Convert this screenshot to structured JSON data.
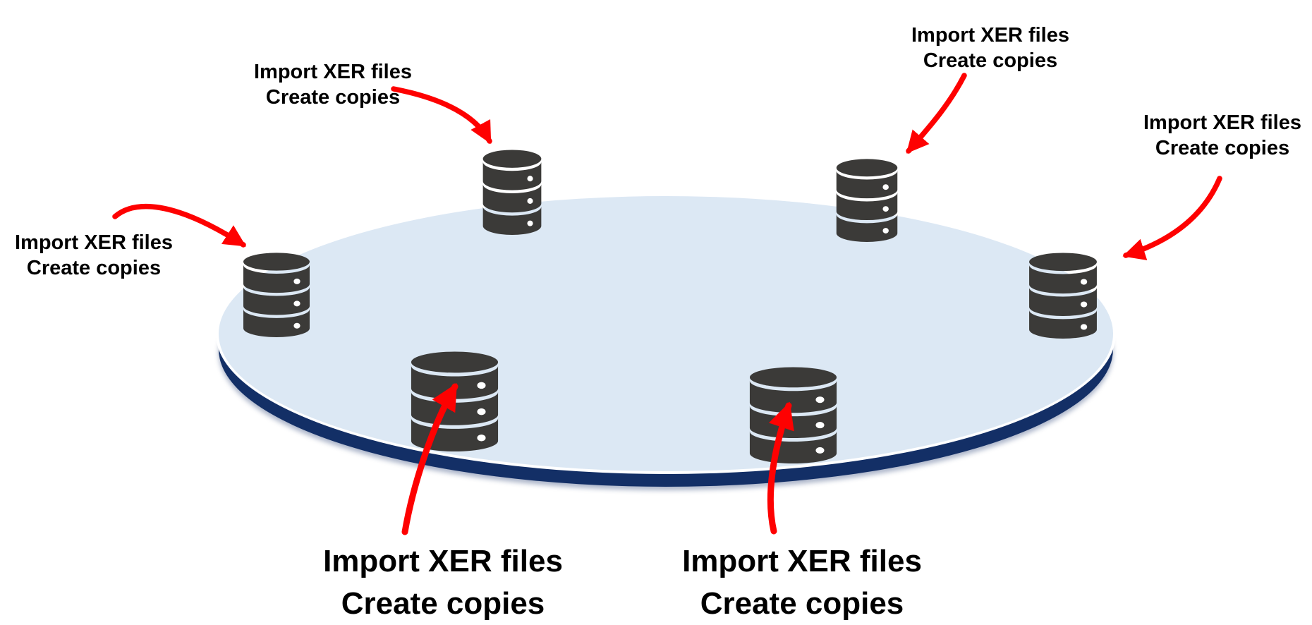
{
  "labels": [
    {
      "id": "top-left",
      "line1": "Import XER files",
      "line2": "Create copies"
    },
    {
      "id": "top-right",
      "line1": "Import XER files",
      "line2": "Create copies"
    },
    {
      "id": "far-right",
      "line1": "Import XER files",
      "line2": "Create copies"
    },
    {
      "id": "left",
      "line1": "Import XER files",
      "line2": "Create copies"
    },
    {
      "id": "bottom-left",
      "line1": "Import XER files",
      "line2": "Create copies"
    },
    {
      "id": "bottom-right",
      "line1": "Import XER files",
      "line2": "Create copies"
    }
  ],
  "icons": {
    "database": "database-icon",
    "database_count": 6,
    "arrow": "red-curved-arrow-icon"
  },
  "colors": {
    "arrow_red": "#FE0101",
    "platform_fill": "#DCE8F4",
    "platform_rim_navy": "#132F66",
    "database_gray": "#3B3A38",
    "label_text": "#000000"
  }
}
